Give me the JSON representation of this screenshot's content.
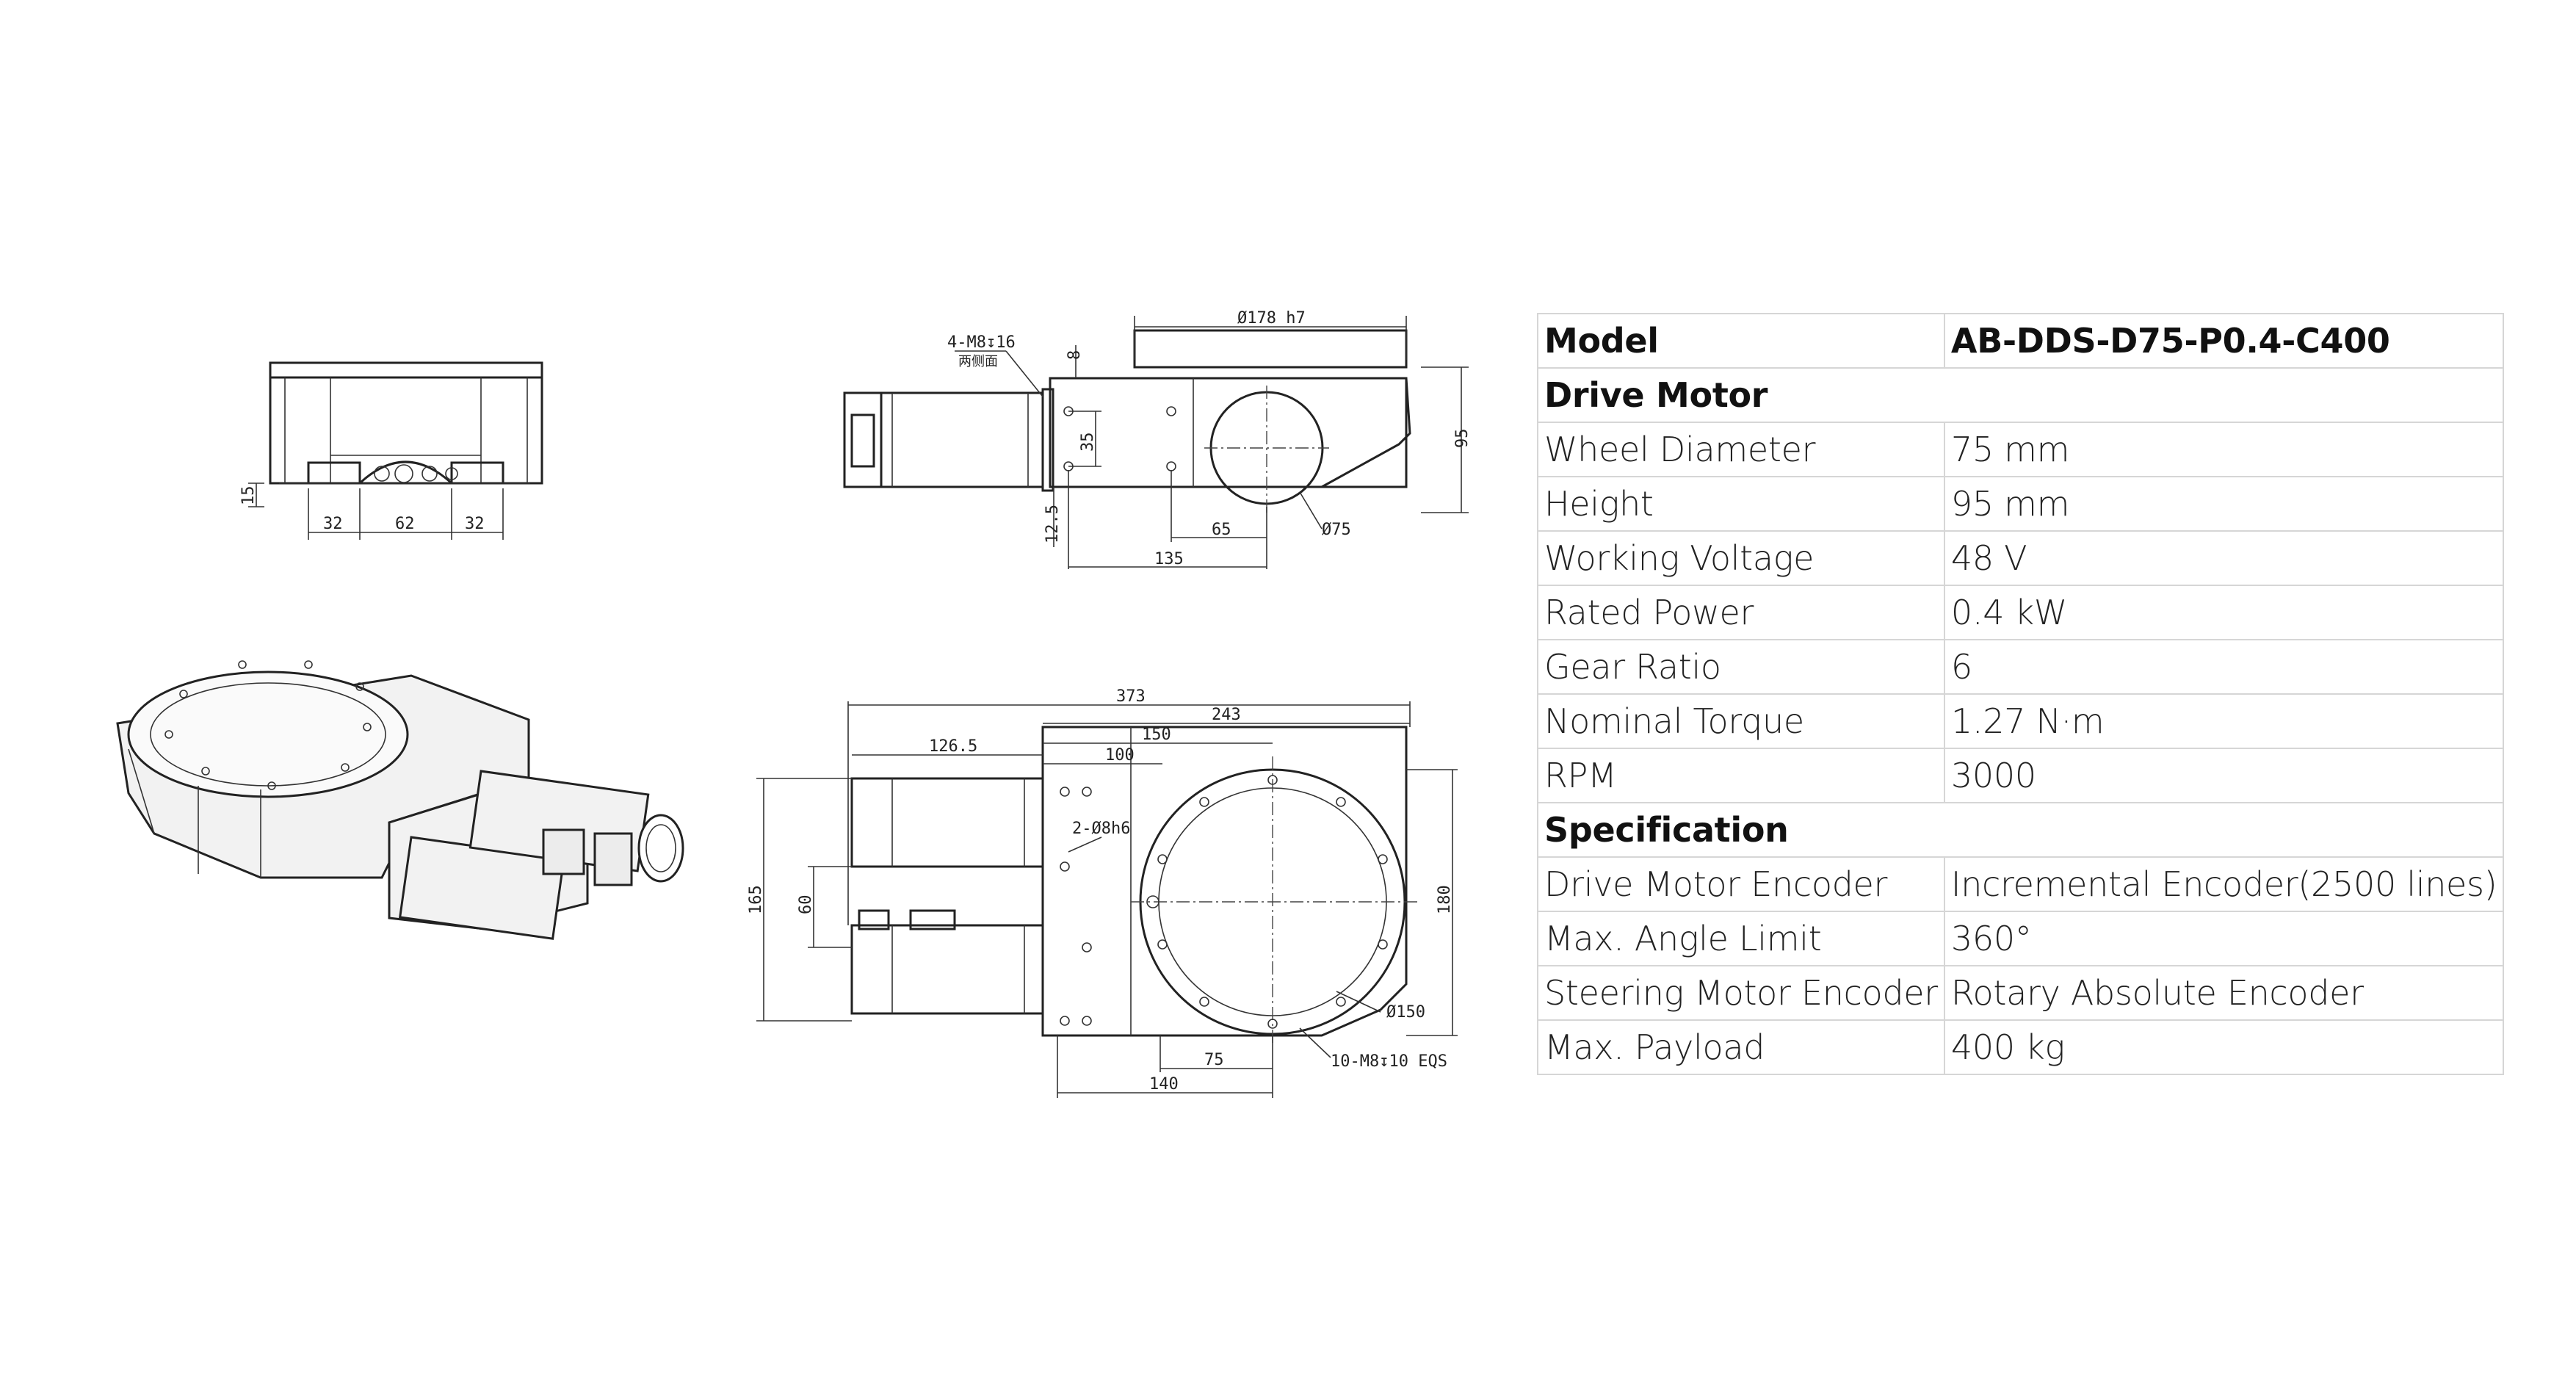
{
  "drawing": {
    "front_view": {
      "dims": [
        "15",
        "32",
        "62",
        "32"
      ]
    },
    "side_view": {
      "dims": [
        "4-M8↧16",
        "两侧面",
        "8",
        "Ø178 h7",
        "95",
        "35",
        "12.5",
        "65",
        "Ø75",
        "135"
      ]
    },
    "top_view": {
      "dims": [
        "373",
        "243",
        "126.5",
        "150",
        "100",
        "2-Ø8h6",
        "165",
        "60",
        "180",
        "Ø150",
        "10-M8↧10 EQS",
        "75",
        "140"
      ]
    }
  },
  "table": {
    "model_label": "Model",
    "model_value": "AB-DDS-D75-P0.4-C400",
    "section_drive": "Drive Motor",
    "section_spec": "Specification",
    "rows_drive": [
      {
        "label": "Wheel Diameter",
        "value": "75 mm"
      },
      {
        "label": "Height",
        "value": "95 mm"
      },
      {
        "label": "Working Voltage",
        "value": "48 V"
      },
      {
        "label": "Rated Power",
        "value": "0.4 kW"
      },
      {
        "label": "Gear Ratio",
        "value": "6"
      },
      {
        "label": "Nominal Torque",
        "value": "1.27 N·m"
      },
      {
        "label": "RPM",
        "value": "3000"
      }
    ],
    "rows_spec": [
      {
        "label": "Drive Motor Encoder",
        "value": "Incremental Encoder(2500 lines)"
      },
      {
        "label": "Max. Angle Limit",
        "value": "360°"
      },
      {
        "label": "Steering Motor Encoder",
        "value": "Rotary Absolute Encoder"
      },
      {
        "label": "Max. Payload",
        "value": "400 kg"
      }
    ]
  }
}
